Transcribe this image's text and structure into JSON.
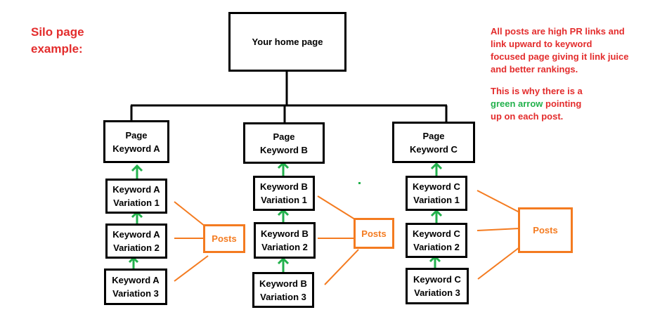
{
  "title": {
    "line1": "Silo page",
    "line2": "example:"
  },
  "home": {
    "label": "Your home page"
  },
  "silos": [
    {
      "page": {
        "line1": "Page",
        "line2": "Keyword A"
      },
      "variations": [
        {
          "line1": "Keyword A",
          "line2": "Variation 1"
        },
        {
          "line1": "Keyword A",
          "line2": "Variation 2"
        },
        {
          "line1": "Keyword A",
          "line2": "Variation 3"
        }
      ],
      "posts_label": "Posts"
    },
    {
      "page": {
        "line1": "Page",
        "line2": "Keyword B"
      },
      "variations": [
        {
          "line1": "Keyword B",
          "line2": "Variation 1"
        },
        {
          "line1": "Keyword B",
          "line2": "Variation 2"
        },
        {
          "line1": "Keyword B",
          "line2": "Variation 3"
        }
      ],
      "posts_label": "Posts"
    },
    {
      "page": {
        "line1": "Page",
        "line2": "Keyword C"
      },
      "variations": [
        {
          "line1": "Keyword C",
          "line2": "Variation 1"
        },
        {
          "line1": "Keyword C",
          "line2": "Variation 2"
        },
        {
          "line1": "Keyword C",
          "line2": "Variation 3"
        }
      ],
      "posts_label": "Posts"
    }
  ],
  "note1": {
    "lines": [
      "All posts are high PR links and",
      "link upward to keyword",
      "focused page giving it link juice",
      "and better rankings."
    ]
  },
  "note2": {
    "line1": "This is why there is a",
    "line2_highlight": "green arrow",
    "line2_rest": " pointing",
    "line3": "up on each post."
  },
  "colors": {
    "box_border": "#000000",
    "posts": "#f47b20",
    "arrows": "#22b14c",
    "note_text": "#e32c2c"
  }
}
